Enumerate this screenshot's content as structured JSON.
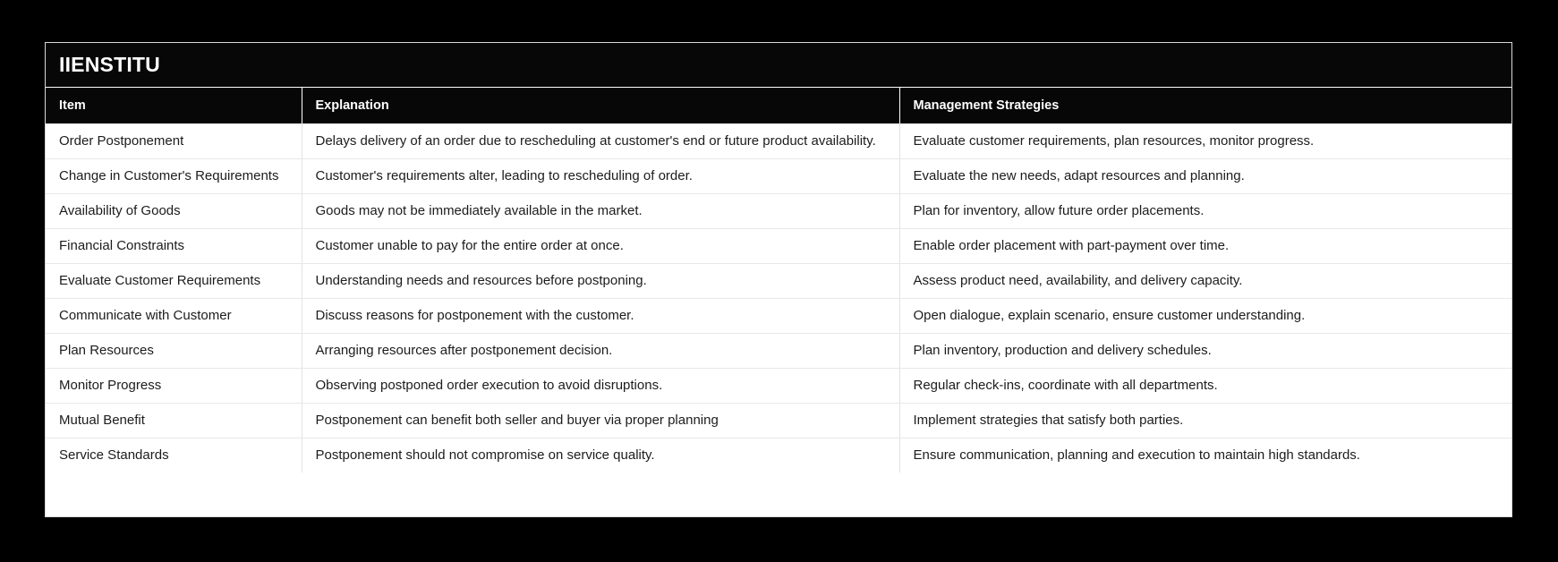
{
  "brand": {
    "title": "IIENSTITU"
  },
  "table": {
    "columns": [
      {
        "key": "item",
        "label": "Item"
      },
      {
        "key": "explanation",
        "label": "Explanation"
      },
      {
        "key": "management",
        "label": "Management Strategies"
      }
    ],
    "rows": [
      {
        "item": "Order Postponement",
        "explanation": "Delays delivery of an order due to rescheduling at customer's end or future product availability.",
        "management": "Evaluate customer requirements, plan resources, monitor progress."
      },
      {
        "item": "Change in Customer's Requirements",
        "explanation": "Customer's requirements alter, leading to rescheduling of order.",
        "management": "Evaluate the new needs, adapt resources and planning."
      },
      {
        "item": "Availability of Goods",
        "explanation": "Goods may not be immediately available in the market.",
        "management": "Plan for inventory, allow future order placements."
      },
      {
        "item": "Financial Constraints",
        "explanation": "Customer unable to pay for the entire order at once.",
        "management": "Enable order placement with part-payment over time."
      },
      {
        "item": "Evaluate Customer Requirements",
        "explanation": "Understanding needs and resources before postponing.",
        "management": "Assess product need, availability, and delivery capacity."
      },
      {
        "item": "Communicate with Customer",
        "explanation": "Discuss reasons for postponement with the customer.",
        "management": "Open dialogue, explain scenario, ensure customer understanding."
      },
      {
        "item": "Plan Resources",
        "explanation": "Arranging resources after postponement decision.",
        "management": "Plan inventory, production and delivery schedules."
      },
      {
        "item": "Monitor Progress",
        "explanation": "Observing postponed order execution to avoid disruptions.",
        "management": "Regular check-ins, coordinate with all departments."
      },
      {
        "item": "Mutual Benefit",
        "explanation": "Postponement can benefit both seller and buyer via proper planning",
        "management": "Implement strategies that satisfy both parties."
      },
      {
        "item": "Service Standards",
        "explanation": "Postponement should not compromise on service quality.",
        "management": "Ensure communication, planning and execution to maintain high standards."
      }
    ]
  },
  "colors": {
    "page_background": "#000000",
    "band_background": "#070707",
    "band_text": "#ffffff",
    "row_background": "#ffffff",
    "row_text": "#1c1c1c",
    "row_divider": "#e8e8e8"
  }
}
